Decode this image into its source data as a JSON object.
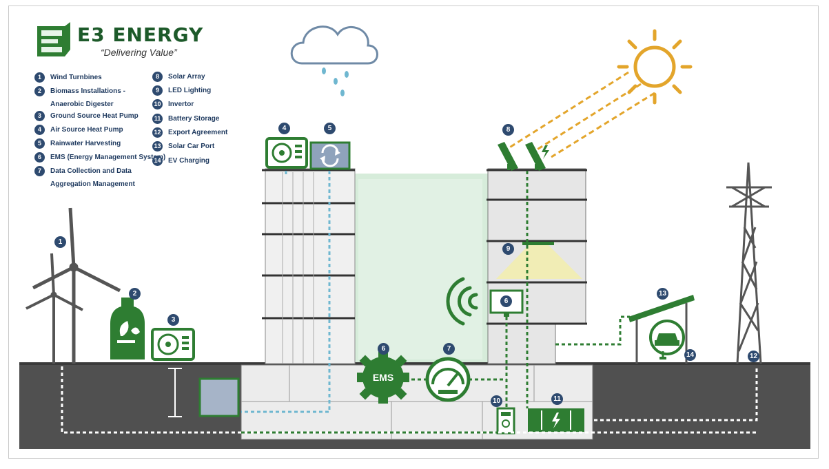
{
  "brand": {
    "name": "E3 ENERGY",
    "tagline": "“Delivering Value”"
  },
  "legend": [
    {
      "num": "1",
      "label": "Wind Turnbines",
      "sub": ""
    },
    {
      "num": "2",
      "label": "Biomass Installations -",
      "sub": "Anaerobic Digester"
    },
    {
      "num": "3",
      "label": "Ground Source Heat Pump",
      "sub": ""
    },
    {
      "num": "4",
      "label": "Air Source Heat Pump",
      "sub": ""
    },
    {
      "num": "5",
      "label": "Rainwater Harvesting",
      "sub": ""
    },
    {
      "num": "6",
      "label": "EMS (Energy Management System)",
      "sub": ""
    },
    {
      "num": "7",
      "label": "Data Collection and Data",
      "sub": "Aggregation Management"
    },
    {
      "num": "8",
      "label": "Solar Array",
      "sub": ""
    },
    {
      "num": "9",
      "label": "LED Lighting",
      "sub": ""
    },
    {
      "num": "10",
      "label": "Invertor",
      "sub": ""
    },
    {
      "num": "11",
      "label": "Battery Storage",
      "sub": ""
    },
    {
      "num": "12",
      "label": "Export Agreement",
      "sub": ""
    },
    {
      "num": "13",
      "label": "Solar Car Port",
      "sub": ""
    },
    {
      "num": "14",
      "label": "EV Charging",
      "sub": ""
    }
  ],
  "ems_text": "EMS",
  "colors": {
    "brand_green": "#2e7d32",
    "dark_green": "#1d5a2a",
    "badge_navy": "#2e4a6f",
    "sun_orange": "#e3a52b",
    "water_blue": "#6fb7d0",
    "ground_grey": "#505050",
    "steel_grey": "#555555"
  }
}
